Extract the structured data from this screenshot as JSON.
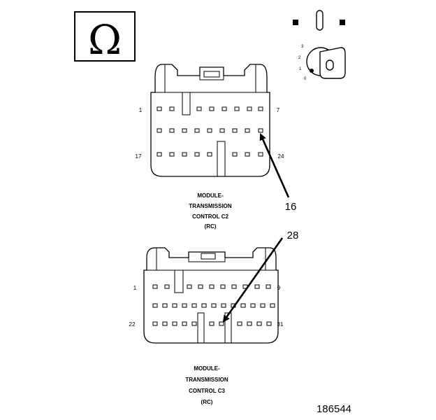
{
  "omega_symbol": "Ω",
  "key_switch": {
    "positions": [
      "3",
      "2",
      "1",
      "0"
    ]
  },
  "connectors": [
    {
      "title_lines": [
        "MODULE-",
        "TRANSMISSION",
        "CONTROL C2",
        "(RC)"
      ],
      "pin_labels": {
        "top_left": "1",
        "top_right": "7",
        "bottom_left": "17",
        "bottom_right": "24"
      }
    },
    {
      "title_lines": [
        "MODULE-",
        "TRANSMISSION",
        "CONTROL C3",
        "(RC)"
      ],
      "pin_labels": {
        "top_left": "1",
        "top_right": "9",
        "bottom_left": "22",
        "bottom_right": "31"
      }
    }
  ],
  "callouts": [
    {
      "label": "16"
    },
    {
      "label": "28"
    }
  ],
  "figure_number": "186544"
}
